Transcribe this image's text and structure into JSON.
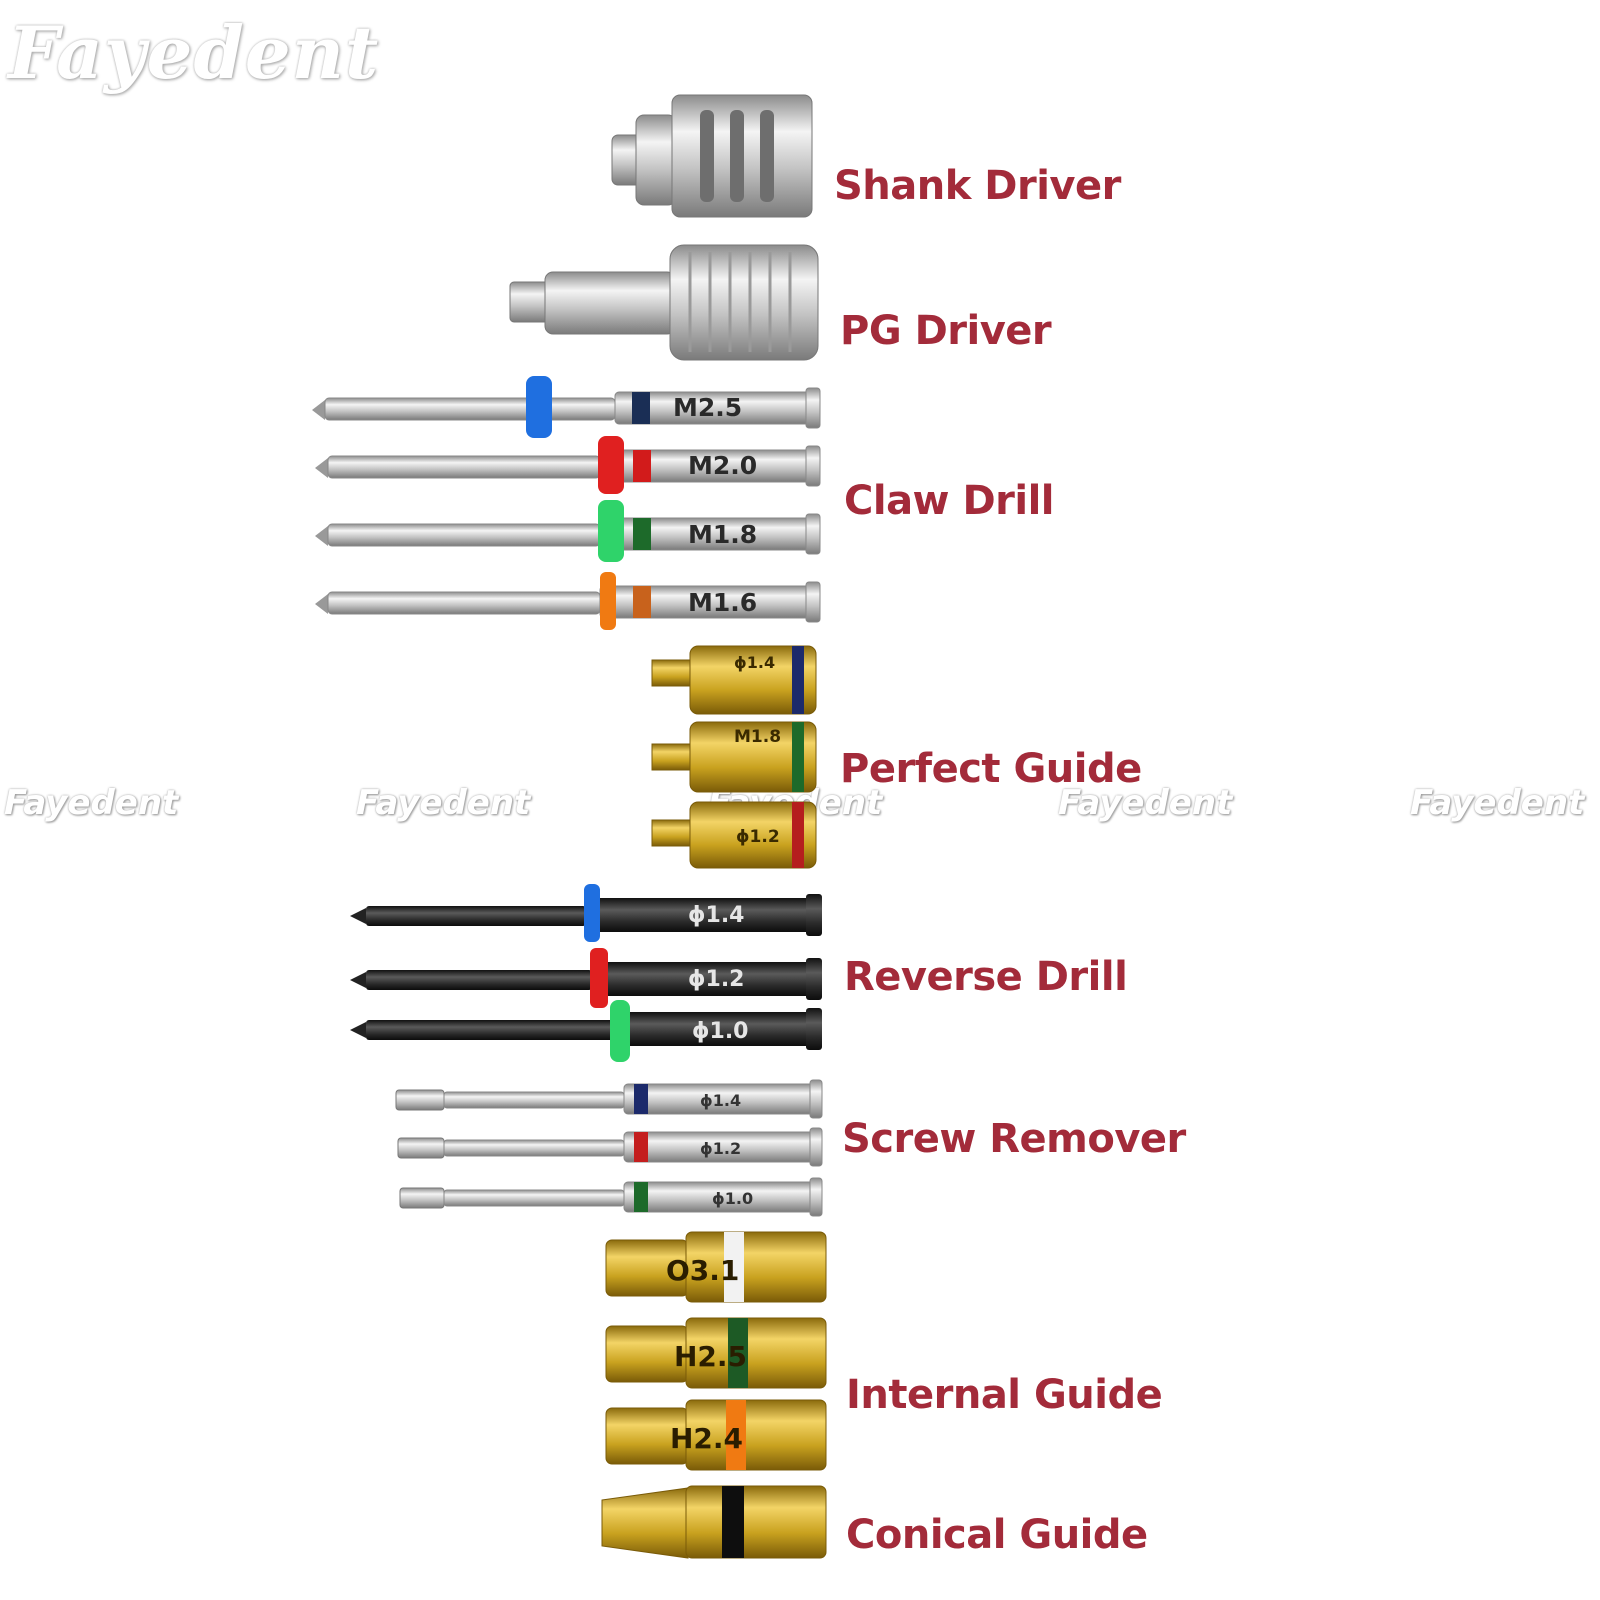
{
  "brand": "Fayedent",
  "watermarks": [
    "Fayedent",
    "Fayedent",
    "Fayedent",
    "Fayedent",
    "Fayedent"
  ],
  "labels": {
    "shank_driver": "Shank Driver",
    "pg_driver": "PG Driver",
    "claw_drill": "Claw Drill",
    "perfect_guide": "Perfect Guide",
    "reverse_drill": "Reverse Drill",
    "screw_remover": "Screw Remover",
    "internal_guide": "Internal Guide",
    "conical_guide": "Conical Guide"
  },
  "claw_drill_sizes": [
    "M2.5",
    "M2.0",
    "M1.8",
    "M1.6"
  ],
  "perfect_guide_marks": [
    "ϕ1.4",
    "M1.8",
    "ϕ1.2"
  ],
  "reverse_drill_sizes": [
    "ϕ1.4",
    "ϕ1.2",
    "ϕ1.0"
  ],
  "screw_remover_sizes": [
    "ϕ1.4",
    "ϕ1.2",
    "ϕ1.0"
  ],
  "internal_guide_marks": [
    "O3.1",
    "H2.5",
    "H2.4"
  ],
  "colors": {
    "label_text": "#a32b3a",
    "blue_band": "#1f6fe0",
    "red_band": "#e02020",
    "green_band": "#2fd36a",
    "orange_band": "#f07a12",
    "steel": "#c9c9c9",
    "gold": "#c9a21f",
    "black_shaft": "#2a2a2a"
  }
}
